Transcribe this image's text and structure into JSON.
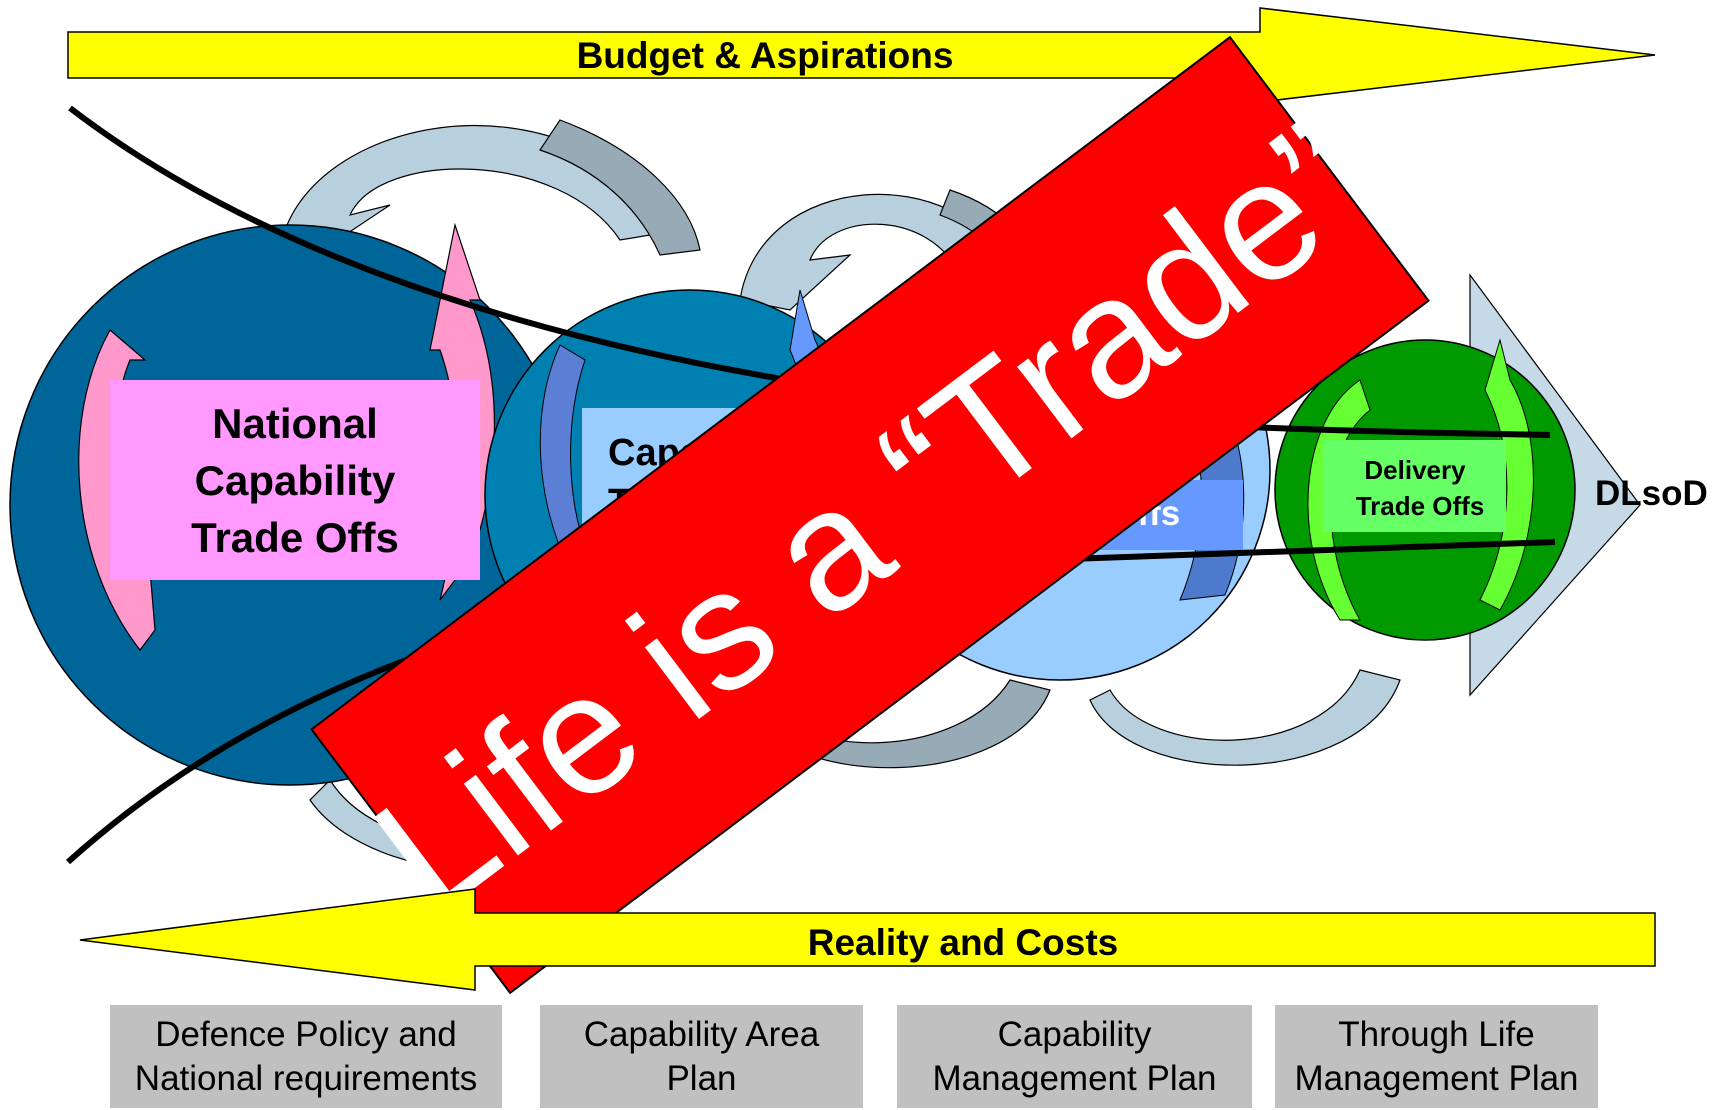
{
  "arrows": {
    "top_label": "Budget & Aspirations",
    "bottom_label": "Reality and Costs"
  },
  "circles": {
    "national": {
      "line1": "National",
      "line2": "Capability",
      "line3": "Trade Offs"
    },
    "capability_area": {
      "line1": "Capabi",
      "line2": "Tr"
    },
    "capability_mgmt": {
      "line1": "de Offs"
    },
    "delivery": {
      "line1": "Delivery",
      "line2": "Trade Offs"
    }
  },
  "end_label": "DLsoD",
  "banner": {
    "text": "Life is a “Trade”"
  },
  "bottom_boxes": [
    {
      "line1": "Defence Policy and",
      "line2": "National requirements"
    },
    {
      "line1": "Capability Area",
      "line2": "Plan"
    },
    {
      "line1": "Capability",
      "line2": "Management Plan"
    },
    {
      "line1": "Through Life",
      "line2": "Management Plan"
    }
  ],
  "colors": {
    "yellow_arrow": "#ffff00",
    "circle_national": "#006699",
    "circle_area": "#0080b0",
    "circle_mgmt": "#99ccff",
    "circle_delivery": "#009900",
    "label_pink": "#ff99ff",
    "banner_red": "#ff0000",
    "box_grey": "#c0c0c0"
  }
}
